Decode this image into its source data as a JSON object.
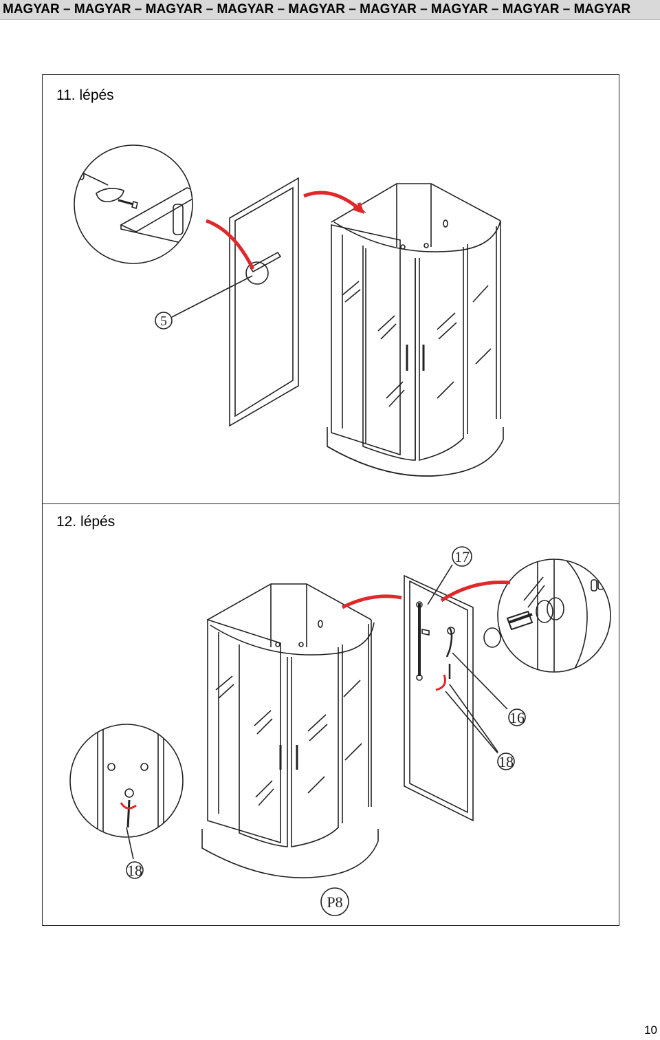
{
  "header": {
    "text": "MAGYAR – MAGYAR – MAGYAR – MAGYAR – MAGYAR – MAGYAR – MAGYAR – MAGYAR – MAGYAR"
  },
  "steps": [
    {
      "label": "11. lépés",
      "callouts": [
        "5"
      ]
    },
    {
      "label": "12. lépés",
      "callouts": [
        "17",
        "16",
        "18",
        "18",
        "P8"
      ]
    }
  ],
  "colors": {
    "arrow": "#e0282a",
    "line": "#222222",
    "header_bg": "#d9d9d9"
  },
  "page_number": "10"
}
